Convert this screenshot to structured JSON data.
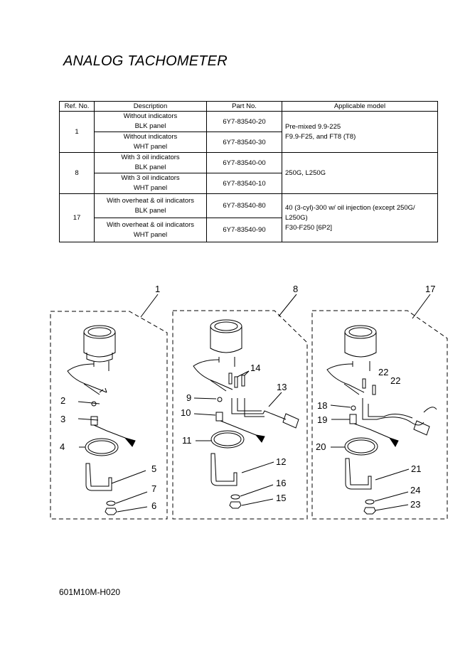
{
  "title": "ANALOG TACHOMETER",
  "table": {
    "headers": [
      "Ref. No.",
      "Description",
      "Part No.",
      "Applicable model"
    ],
    "groups": [
      {
        "ref": "1",
        "rows": [
          {
            "desc1": "Without indicators",
            "desc2": "BLK panel",
            "part": "6Y7-83540-20"
          },
          {
            "desc1": "Without indicators",
            "desc2": "WHT panel",
            "part": "6Y7-83540-30"
          }
        ],
        "model_lines": [
          "Pre-mixed 9.9-225",
          "F9.9-F25, and FT8 (T8)"
        ]
      },
      {
        "ref": "8",
        "rows": [
          {
            "desc1": "With 3 oil indicators",
            "desc2": "BLK panel",
            "part": "6Y7-83540-00"
          },
          {
            "desc1": "With 3 oil indicators",
            "desc2": "WHT panel",
            "part": "6Y7-83540-10"
          }
        ],
        "model_lines": [
          "250G, L250G"
        ]
      },
      {
        "ref": "17",
        "rows": [
          {
            "desc1": "With overheat & oil indicators",
            "desc2": "BLK panel",
            "part": "6Y7-83540-80"
          },
          {
            "desc1": "With overheat & oil indicators",
            "desc2": "WHT panel",
            "part": "6Y7-83540-90"
          }
        ],
        "model_lines": [
          "40 (3-cyl)-300 w/ oil injection (except 250G/",
          "L250G)",
          "F30-F250 [6P2]"
        ]
      }
    ]
  },
  "diagram": {
    "group_labels": [
      "1",
      "8",
      "17"
    ],
    "callouts_left": [
      "2",
      "3",
      "4",
      "5",
      "7",
      "6"
    ],
    "callouts_middle": [
      "14",
      "13",
      "9",
      "10",
      "11",
      "12",
      "16",
      "15"
    ],
    "callouts_right": [
      "22",
      "22",
      "18",
      "19",
      "20",
      "21",
      "24",
      "23"
    ]
  },
  "footer": "601M10M-H020"
}
